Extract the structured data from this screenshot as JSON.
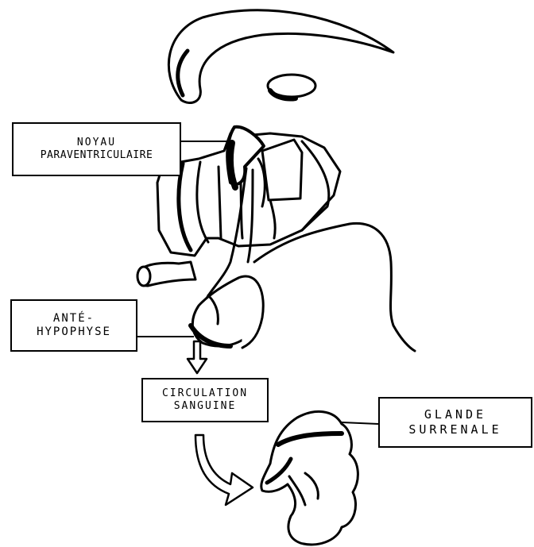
{
  "diagram": {
    "labels": {
      "noyau_line1": "NOYAU",
      "noyau_line2": "PARAVENTRICULAIRE",
      "ante_line1": "ANTÉ-",
      "ante_line2": "HYPOPHYSE",
      "circ_line1": "CIRCULATION",
      "circ_line2": "SANGUINE",
      "glande_line1": "GLANDE",
      "glande_line2": "SURRENALE"
    },
    "colors": {
      "ink": "#000000",
      "paper": "#ffffff"
    }
  }
}
